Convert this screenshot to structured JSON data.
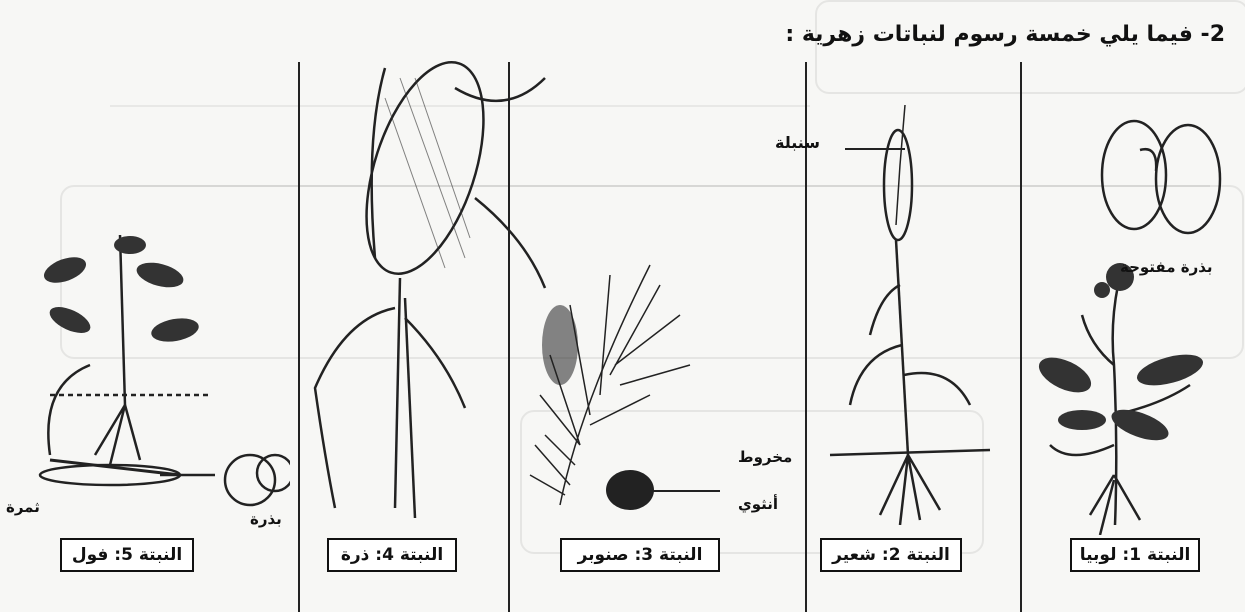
{
  "heading": "2- فيما يلي خمسة رسوم لنباتات زهرية :",
  "plants": [
    {
      "label": "النبتة 1: لوبيا"
    },
    {
      "label": "النبتة 2: شعير"
    },
    {
      "label": "النبتة 3: صنوبر"
    },
    {
      "label": "النبتة 4: ذرة"
    },
    {
      "label": "النبتة 5: فول"
    }
  ],
  "annotations": {
    "open_seed": "بذرة مفتوحة",
    "spike": "سنبلة",
    "cone_line1": "مخروط",
    "cone_line2": "أنثوي",
    "fruit": "ثمرة",
    "seed": "بذرة"
  }
}
